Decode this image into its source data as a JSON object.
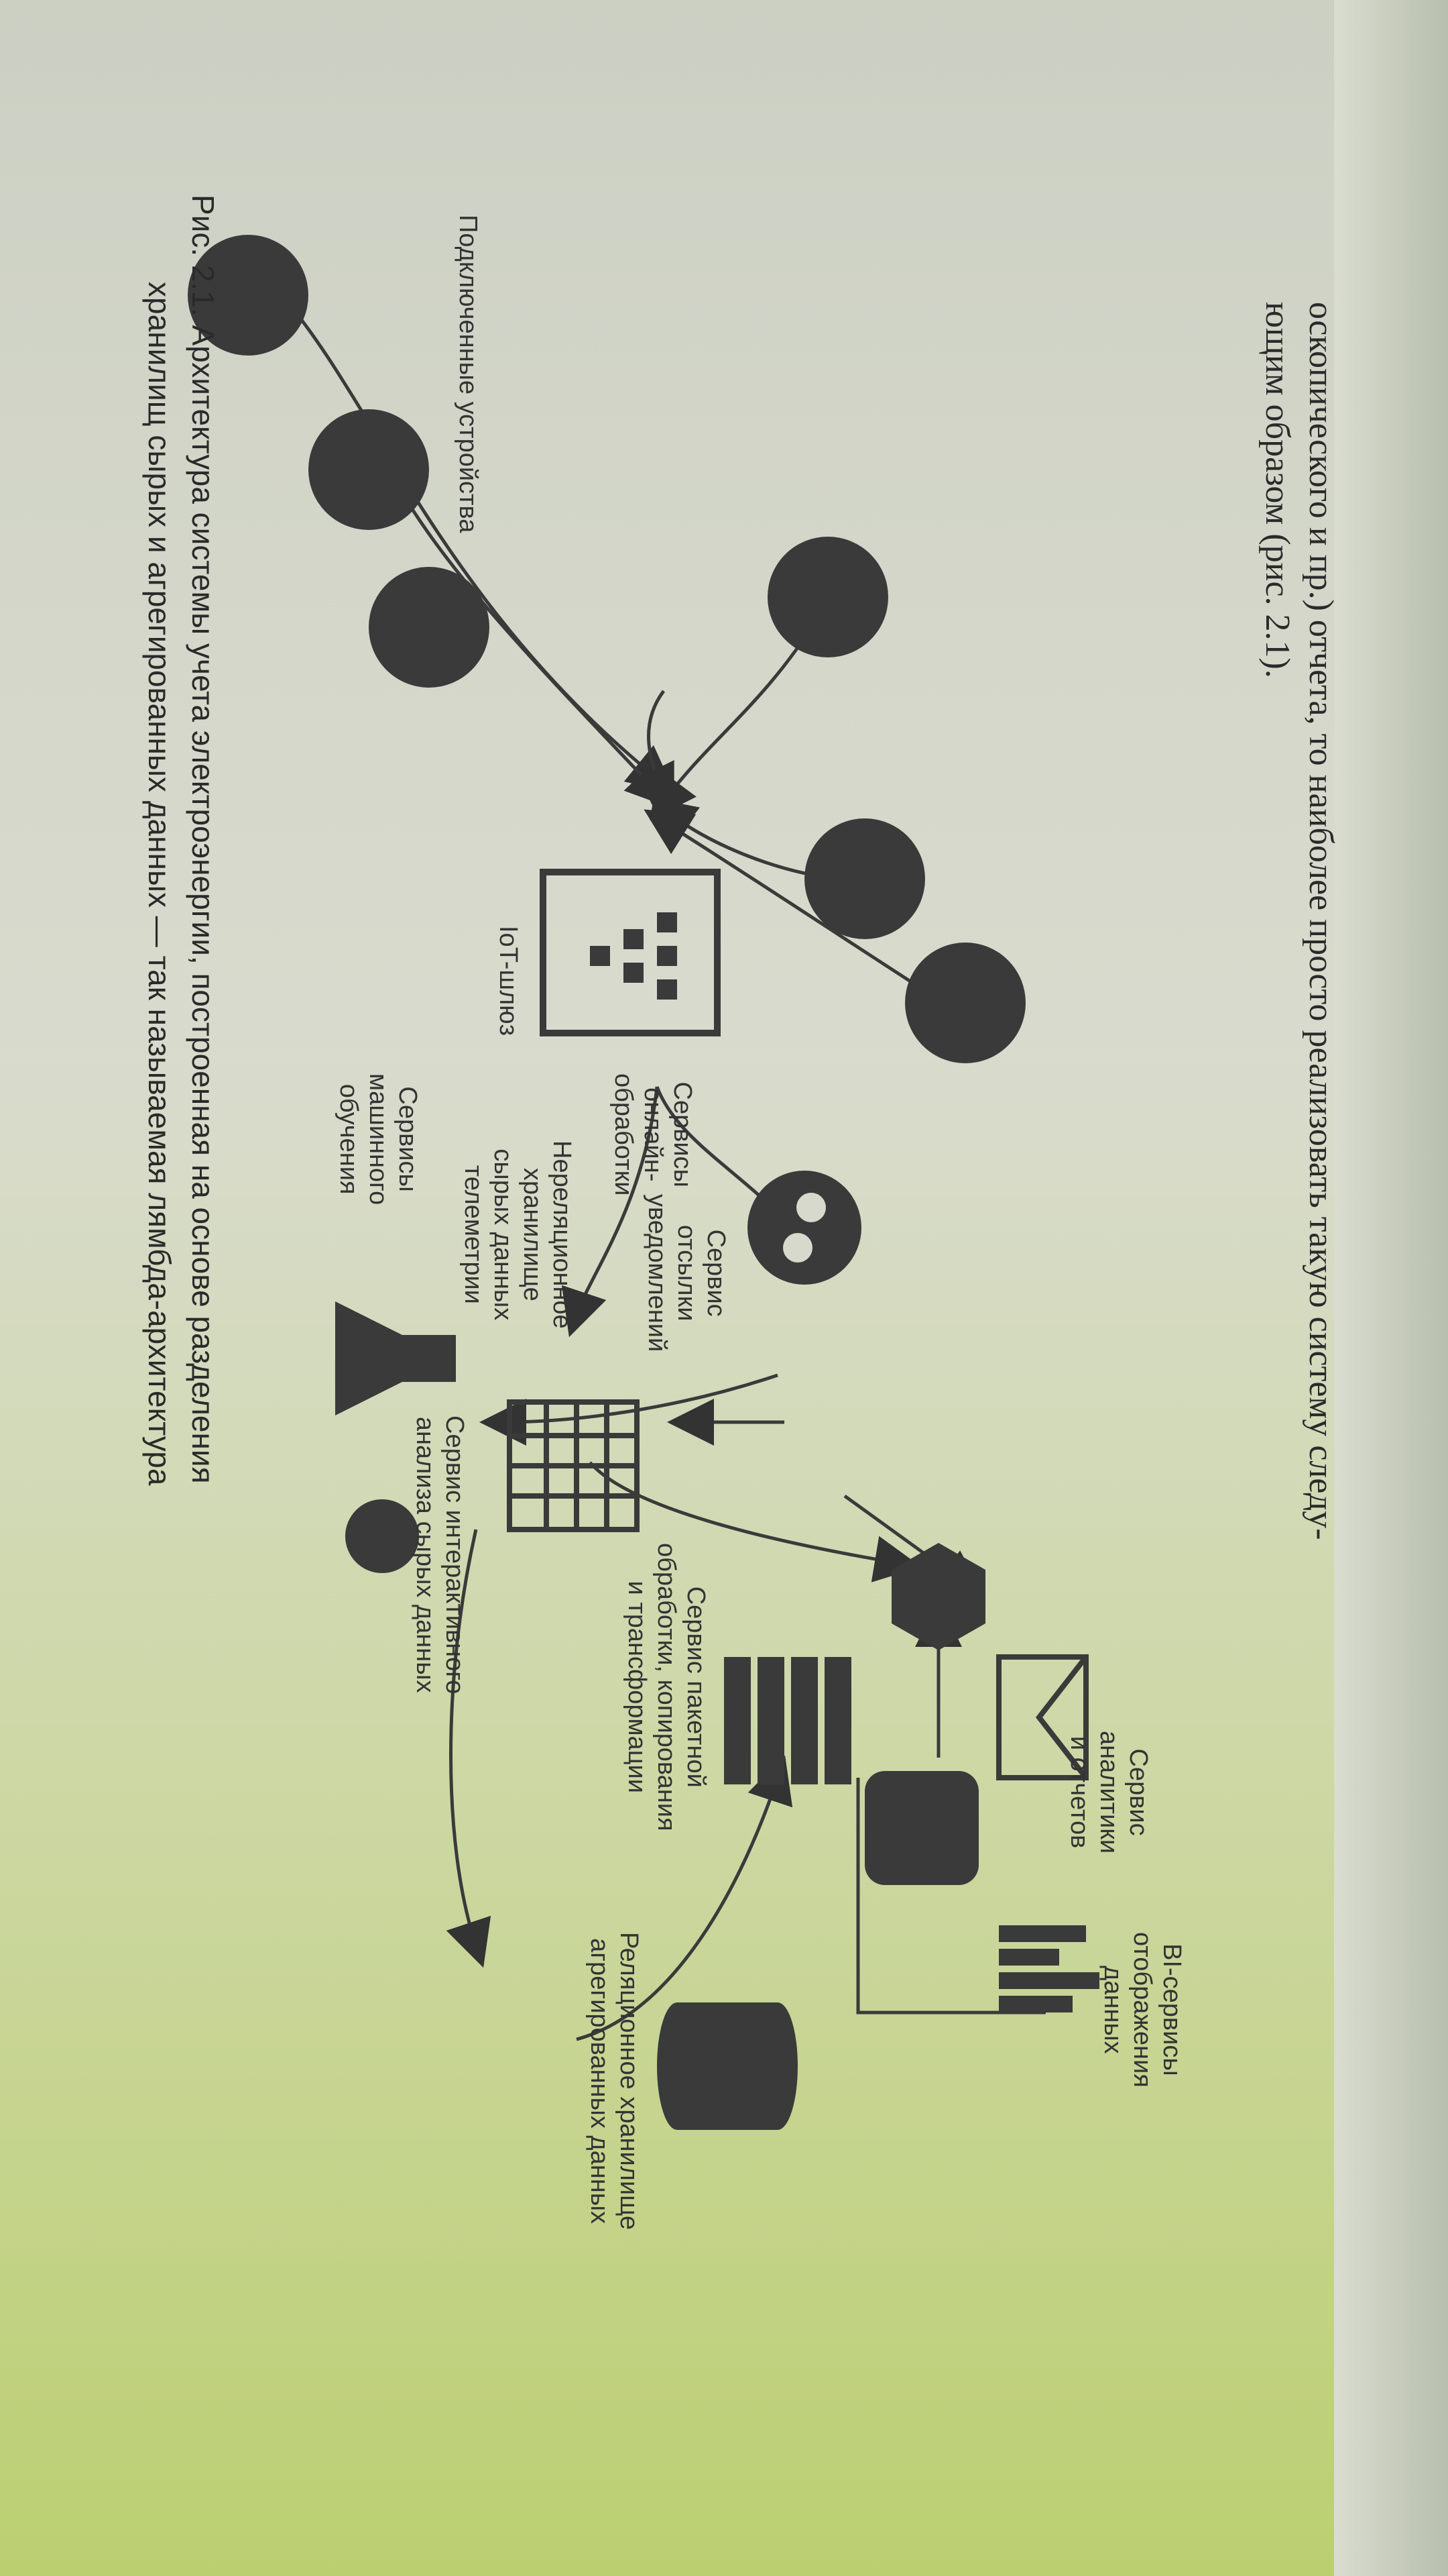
{
  "text": {
    "body_line_1": "оскопического и пр.) отчета, то наиболее просто реализовать такую систему следу-",
    "body_line_2": "ющим образом (рис. 2.1).",
    "caption_line_1": "Рис. 2.1. Архитектура системы учета электроэнергии, построенная на основе разделения",
    "caption_line_2": "хранилищ сырых и агрегированных данных — так называемая лямбда-архитектура"
  },
  "labels": {
    "devices": "Подключенные устройства",
    "iot_hub": "IoT-шлюз",
    "online_processing": "Сервисы\nонлайн-\nобработки",
    "notification": "Сервис\nотсылки\nуведомлений",
    "raw_storage": "Нереляционное\nхранилище\nсырых данных\nтелеметрии",
    "ml_services": "Сервисы\nмашинного\nобучения",
    "interactive_analysis": "Сервис интерактивного\nанализа сырых данных",
    "batch_processing": "Сервис пакетной\nобработки, копирования\nи трансформации",
    "analytics_reports": "Сервис\nаналитики\nи отчетов",
    "bi_services": "BI-сервисы\nотображения\nданных",
    "relational_storage": "Реляционное хранилище\nагрегированных данных"
  },
  "colors": {
    "ink": "#2e2e2e",
    "paper": "#d7d9cc"
  }
}
